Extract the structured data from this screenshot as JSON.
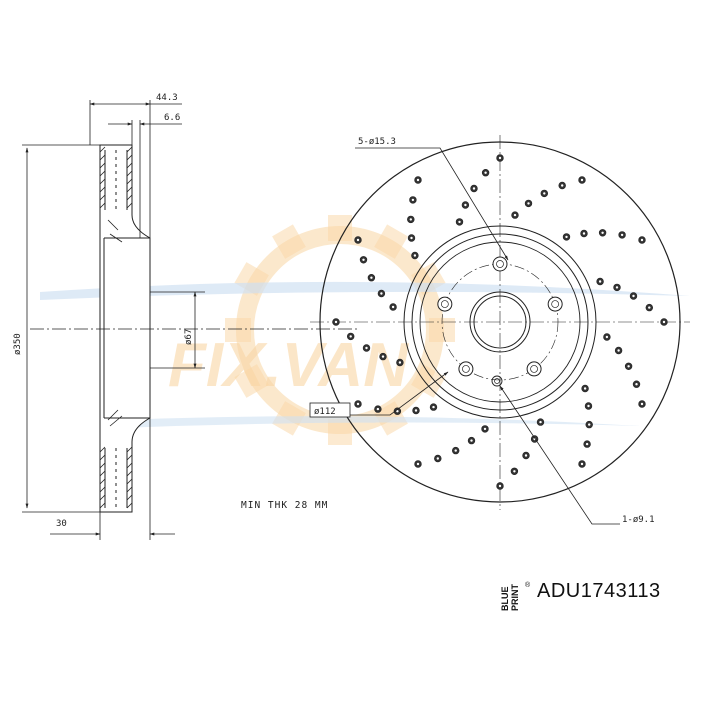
{
  "dimensions": {
    "overall_width": "44.3",
    "flange_thickness": "6.6",
    "outer_diameter": "ø350",
    "center_bore": "ø67",
    "hub_height": "30",
    "bolt_holes": "5-ø15.3",
    "pitch_circle": "ø112",
    "aux_hole": "1-ø9.1"
  },
  "min_thickness_note": "MIN THK 28 MM",
  "watermark": {
    "text": "FIX.VAN"
  },
  "brand": {
    "line1": "BLUE",
    "line2": "PRINT"
  },
  "part_number": "ADU1743113",
  "colors": {
    "line": "#222222",
    "watermark_orange": "#f4b45a",
    "watermark_blue": "#a9c8e8"
  }
}
